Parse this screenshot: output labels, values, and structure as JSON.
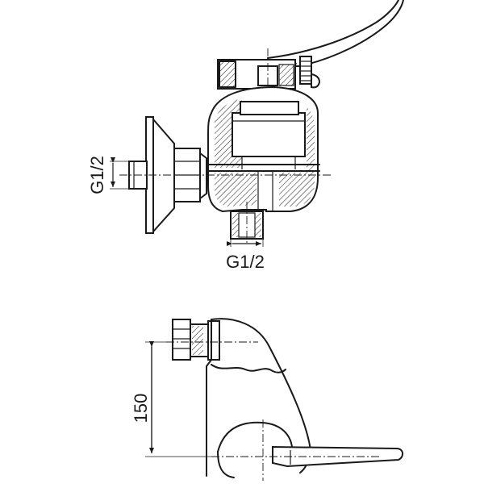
{
  "dimensions": {
    "wall_inlet_thread": "G1/2",
    "bottom_outlet_thread": "G1/2",
    "height": "150"
  },
  "colors": {
    "line": "#1a1a1a",
    "background": "#ffffff"
  }
}
